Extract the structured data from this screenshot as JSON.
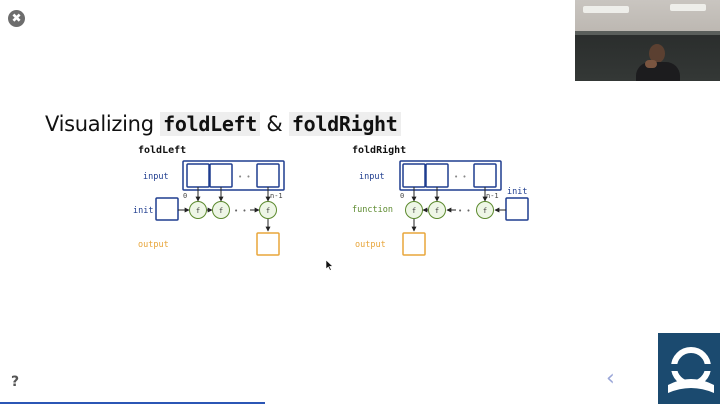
{
  "title": {
    "prefix": "Visualizing ",
    "code1": "foldLeft",
    "amp": " & ",
    "code2": "foldRight"
  },
  "left": {
    "heading": "foldLeft",
    "input_label": "input",
    "init_label": "init",
    "output_label": "output",
    "idx0": "0",
    "idxn": "n-1",
    "node": "f",
    "dots": "• •"
  },
  "right": {
    "heading": "foldRight",
    "input_label": "input",
    "function_label": "function",
    "init_label": "init",
    "output_label": "output",
    "idx0": "0",
    "idxn": "n-1",
    "node": "f",
    "dots": "• •"
  },
  "controls": {
    "close_icon": "✖",
    "help_icon": "?",
    "prev_icon": "‹"
  },
  "colors": {
    "navy": "#1f3d8f",
    "green": "#5c8a2e",
    "orange": "#e8a53a",
    "node_fill": "#eef6e6"
  }
}
